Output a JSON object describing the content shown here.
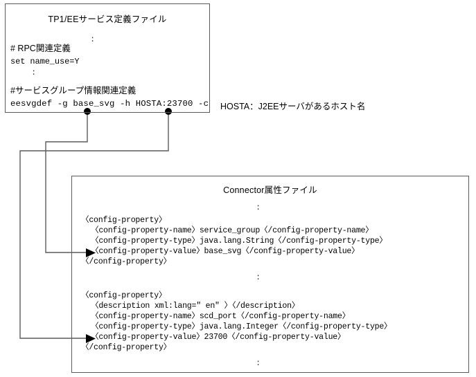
{
  "diagram": {
    "type": "configuration-mapping-diagram",
    "top_box": {
      "title": "TP1/EEサービス定義ファイル",
      "lines": [
        {
          "id": "ellipsis1",
          "text": ":",
          "kind": "ellipsis"
        },
        {
          "id": "comment-rpc",
          "text": "# RPC関連定義",
          "kind": "comment"
        },
        {
          "id": "set-name-use",
          "text": "set name_use=Y",
          "kind": "setting"
        },
        {
          "id": "ellipsis2",
          "text": ":",
          "kind": "ellipsis"
        },
        {
          "id": "comment-svcgroup",
          "text": "#サービスグループ情報関連定義",
          "kind": "comment"
        },
        {
          "id": "eesvgdef",
          "text": "eesvgdef -g base_svg -h HOSTA:23700 -c",
          "kind": "command"
        }
      ],
      "markers": [
        {
          "id": "marker-base-svg",
          "label": "base_svg"
        },
        {
          "id": "marker-hosta-port",
          "label": "HOSTA:23700"
        }
      ]
    },
    "annotation": {
      "text": "HOSTA：J2EEサーバがあるホスト名"
    },
    "bottom_box": {
      "title": "Connector属性ファイル",
      "lines": [
        {
          "id": "ellipsis-a",
          "text": ":",
          "kind": "ellipsis"
        },
        {
          "id": "cp1-open",
          "text": "〈config-property〉",
          "kind": "xml"
        },
        {
          "id": "cp1-name",
          "text": "〈config-property-name〉service_group〈/config-property-name〉",
          "kind": "xml"
        },
        {
          "id": "cp1-type",
          "text": "〈config-property-type〉java.lang.String〈/config-property-type〉",
          "kind": "xml"
        },
        {
          "id": "cp1-value",
          "text": "〈config-property-value〉base_svg〈/config-property-value〉",
          "kind": "xml",
          "target": true
        },
        {
          "id": "cp1-close",
          "text": "〈/config-property〉",
          "kind": "xml"
        },
        {
          "id": "ellipsis-b",
          "text": ":",
          "kind": "ellipsis"
        },
        {
          "id": "cp2-open",
          "text": "〈config-property〉",
          "kind": "xml"
        },
        {
          "id": "cp2-desc",
          "text": "〈description xml:lang=\" en\" 〉〈/description〉",
          "kind": "xml"
        },
        {
          "id": "cp2-name",
          "text": "〈config-property-name〉scd_port〈/config-property-name〉",
          "kind": "xml"
        },
        {
          "id": "cp2-type",
          "text": "〈config-property-type〉java.lang.Integer〈/config-property-type〉",
          "kind": "xml"
        },
        {
          "id": "cp2-value",
          "text": "〈config-property-value〉23700〈/config-property-value〉",
          "kind": "xml",
          "target": true
        },
        {
          "id": "cp2-close",
          "text": "〈/config-property〉",
          "kind": "xml"
        },
        {
          "id": "ellipsis-c",
          "text": ":",
          "kind": "ellipsis"
        }
      ]
    },
    "connectors": [
      {
        "id": "connector-base-svg",
        "from": "marker-base-svg",
        "to": "cp1-value"
      },
      {
        "id": "connector-scd-port",
        "from": "marker-hosta-port",
        "to": "cp2-value"
      }
    ],
    "colors": {
      "line": "#5a5a5a",
      "arrow": "#000000",
      "text": "#000000",
      "background": "#ffffff"
    }
  }
}
